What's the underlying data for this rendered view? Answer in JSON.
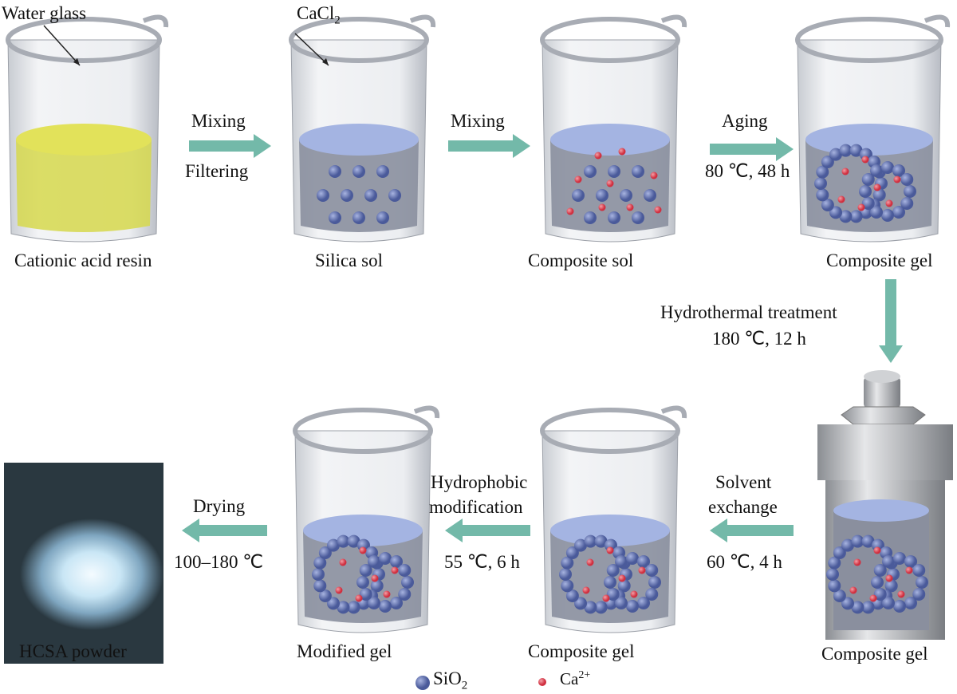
{
  "labels": {
    "water_glass": "Water glass",
    "cacl2": "CaCl",
    "cacl2_sub": "2",
    "cationic": "Cationic acid resin",
    "silica_sol": "Silica sol",
    "composite_sol": "Composite sol",
    "composite_gel_1": "Composite gel",
    "composite_gel_2": "Composite gel",
    "composite_gel_3": "Composite gel",
    "modified_gel": "Modified gel",
    "hcsa": "HCSA powder"
  },
  "steps": {
    "s1a": "Mixing",
    "s1b": "Filtering",
    "s2": "Mixing",
    "s3a": "Aging",
    "s3b": "80 ℃, 48 h",
    "s4a": "Hydrothermal treatment",
    "s4b": "180 ℃, 12 h",
    "s5a": "Solvent",
    "s5b": "exchange",
    "s5c": "60 ℃, 4 h",
    "s6a": "Hydrophobic",
    "s6b": "modification",
    "s6c": "55 ℃, 6 h",
    "s7a": "Drying",
    "s7b": "100–180 ℃"
  },
  "legend": {
    "sio2": "SiO",
    "sio2_sub": "2",
    "ca": "Ca",
    "ca_sup": "2+"
  },
  "colors": {
    "arrow": "#73b9a9",
    "sio2": "#4a5a9a",
    "ca": "#d03040",
    "yellow": "#d6d84c",
    "liquid_top": "#a4b4e2",
    "liquid_side": "#8a8f9e"
  }
}
